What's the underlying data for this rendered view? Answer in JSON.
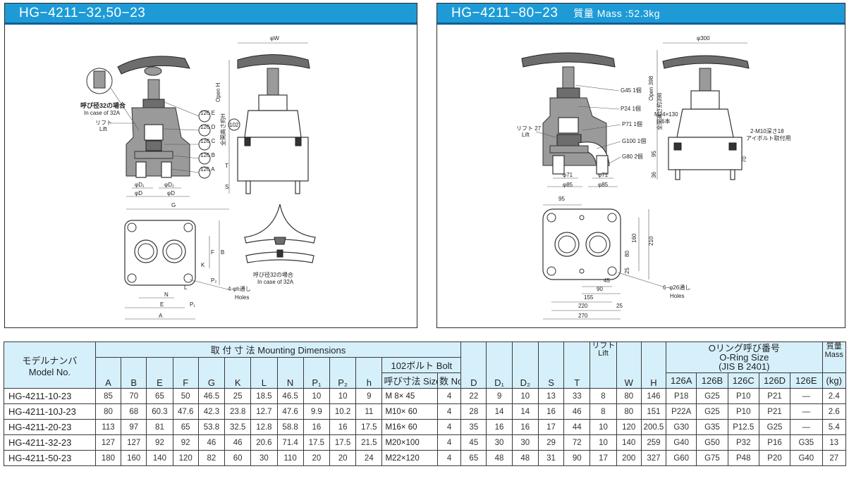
{
  "left_panel": {
    "title": "HG−4211−32,50−23",
    "labels": {
      "callout_ja": "呼び径32の場合",
      "callout_en": "In case of 32A",
      "lift_ja": "リフト",
      "lift_en": "Lift",
      "d1": "φD₁",
      "d2": "φD₂",
      "d": "φD",
      "d_b": "φD",
      "g": "G",
      "w": "φW",
      "open_h": "Open H",
      "full_open": "全開高さ約H",
      "t": "T",
      "s": "S",
      "p126e": "126 E",
      "p126d": "126 D",
      "p126c": "126 C",
      "p126b": "126 B",
      "p126a": "126 A",
      "p102": "102",
      "f": "F",
      "b": "B",
      "k": "K",
      "p2": "P₂",
      "n": "N",
      "l": "L",
      "e": "E",
      "p1": "P₁",
      "a": "A",
      "holes_ja": "4-φh通し",
      "holes_en": "Holes",
      "callout2_ja": "呼び径32の場合",
      "callout2_en": "In case of 32A"
    }
  },
  "right_panel": {
    "title": "HG−4211−80−23",
    "mass": "質量 Mass :52.3kg",
    "labels": {
      "w300": "φ300",
      "open398": "Open 398",
      "full398": "全開高さ約398",
      "g45": "G45 1個",
      "p24": "P24 1個",
      "p71": "P71 1個",
      "g100": "G100 1個",
      "g80": "G80 2個",
      "m24": "M24×130",
      "m24b": "6本",
      "m10": "2-M10深さ18",
      "eyebolt": "アイボルト取付用",
      "lift_ja": "リフト 27",
      "lift_en": "Lift",
      "d71a": "φ71",
      "d85a": "φ85",
      "d71b": "φ71",
      "d85b": "φ85",
      "v95": "95",
      "v36": "36",
      "v70": "70",
      "top95": "95",
      "v210": "210",
      "v160": "160",
      "v80": "80",
      "v25a": "25",
      "v45": "45",
      "v90": "90",
      "v155": "155",
      "v220": "220",
      "v25b": "25",
      "v270": "270",
      "holes_ja": "6−φ26通し",
      "holes_en": "Holes"
    }
  },
  "table": {
    "model_ja": "モデルナンバ",
    "model_en": "Model No.",
    "mount_header": "取 付 寸 法 Mounting Dimensions",
    "bolt_header": "102ボルト Bolt",
    "bolt_size": "呼び寸法 Size",
    "bolt_count": "数 No.",
    "lift_ja": "リフト",
    "lift_en": "Lift",
    "oring_ja": "Oリング呼び番号",
    "oring_en": "O-Ring Size",
    "oring_std": "(JIS B 2401)",
    "mass_ja": "質量",
    "mass_en": "Mass",
    "mass_unit": "(kg)",
    "mount_cols": [
      "A",
      "B",
      "E",
      "F",
      "G",
      "K",
      "L",
      "N",
      "P₁",
      "P₂",
      "h"
    ],
    "other_cols": [
      "D",
      "D₁",
      "D₂",
      "S",
      "T"
    ],
    "wh_cols": [
      "W",
      "H"
    ],
    "oring_cols": [
      "126A",
      "126B",
      "126C",
      "126D",
      "126E"
    ],
    "rows": [
      {
        "model": "HG-4211-10-23",
        "mount": [
          "85",
          "70",
          "65",
          "50",
          "46.5",
          "25",
          "18.5",
          "46.5",
          "10",
          "10",
          "9"
        ],
        "bolt": "M 8× 45",
        "bolt_no": "4",
        "other": [
          "22",
          "9",
          "10",
          "13",
          "33"
        ],
        "lift": "8",
        "wh": [
          "80",
          "146"
        ],
        "oring": [
          "P18",
          "G25",
          "P10",
          "P21",
          "—"
        ],
        "mass": "2.4"
      },
      {
        "model": "HG-4211-10J-23",
        "mount": [
          "80",
          "68",
          "60.3",
          "47.6",
          "42.3",
          "23.8",
          "12.7",
          "47.6",
          "9.9",
          "10.2",
          "11"
        ],
        "bolt": "M10× 60",
        "bolt_no": "4",
        "other": [
          "28",
          "14",
          "14",
          "16",
          "46"
        ],
        "lift": "8",
        "wh": [
          "80",
          "151"
        ],
        "oring": [
          "P22A",
          "G25",
          "P10",
          "P21",
          "—"
        ],
        "mass": "2.6"
      },
      {
        "model": "HG-4211-20-23",
        "mount": [
          "113",
          "97",
          "81",
          "65",
          "53.8",
          "32.5",
          "12.8",
          "58.8",
          "16",
          "16",
          "17.5"
        ],
        "bolt": "M16× 60",
        "bolt_no": "4",
        "other": [
          "35",
          "16",
          "16",
          "17",
          "44"
        ],
        "lift": "10",
        "wh": [
          "120",
          "200.5"
        ],
        "oring": [
          "G30",
          "G35",
          "P12.5",
          "G25",
          "—"
        ],
        "mass": "5.4"
      },
      {
        "model": "HG-4211-32-23",
        "mount": [
          "127",
          "127",
          "92",
          "92",
          "46",
          "46",
          "20.6",
          "71.4",
          "17.5",
          "17.5",
          "21.5"
        ],
        "bolt": "M20×100",
        "bolt_no": "4",
        "other": [
          "45",
          "30",
          "30",
          "29",
          "72"
        ],
        "lift": "10",
        "wh": [
          "140",
          "259"
        ],
        "oring": [
          "G40",
          "G50",
          "P32",
          "P16",
          "G35"
        ],
        "mass": "13"
      },
      {
        "model": "HG-4211-50-23",
        "mount": [
          "180",
          "160",
          "140",
          "120",
          "82",
          "60",
          "30",
          "110",
          "20",
          "20",
          "24"
        ],
        "bolt": "M22×120",
        "bolt_no": "4",
        "other": [
          "65",
          "48",
          "48",
          "31",
          "90"
        ],
        "lift": "17",
        "wh": [
          "200",
          "327"
        ],
        "oring": [
          "G60",
          "G75",
          "P48",
          "P20",
          "G40"
        ],
        "mass": "27"
      }
    ]
  },
  "colors": {
    "header_blue": "#1e9bd7",
    "table_head": "#d6f0fb"
  }
}
